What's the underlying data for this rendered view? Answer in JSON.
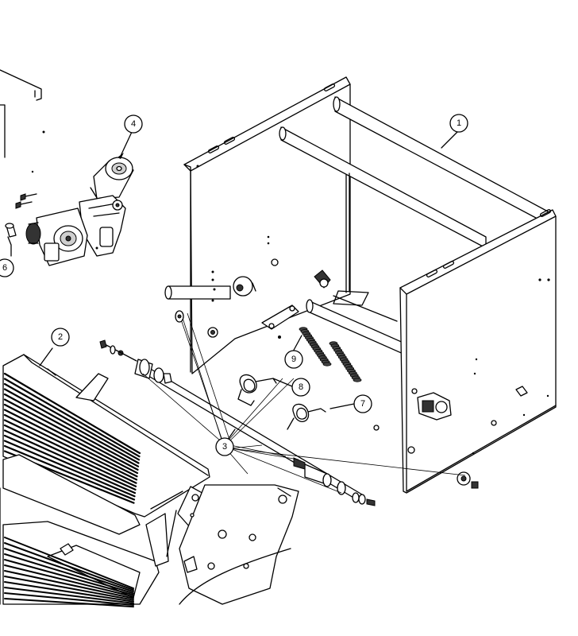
{
  "callouts": [
    {
      "id": "1",
      "label": "1"
    },
    {
      "id": "2",
      "label": "2"
    },
    {
      "id": "3",
      "label": "3"
    },
    {
      "id": "4",
      "label": "4"
    },
    {
      "id": "6",
      "label": "6"
    },
    {
      "id": "7",
      "label": "7"
    },
    {
      "id": "8",
      "label": "8"
    },
    {
      "id": "9",
      "label": "9"
    }
  ],
  "icons": {
    "frame": "mounting-frame",
    "motor": "gear-motor",
    "step": "tread-step",
    "springs": "extension-spring"
  }
}
